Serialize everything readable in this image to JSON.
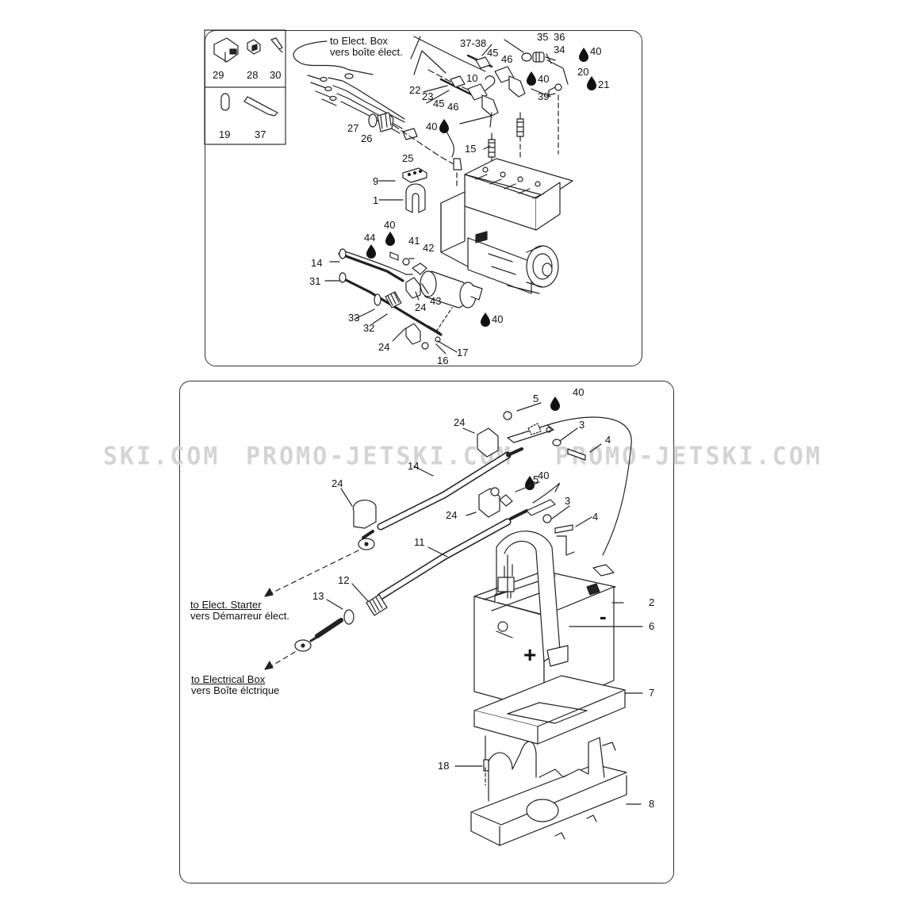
{
  "watermark": [
    "SKI.COM",
    "PROMO-JETSKI.COM",
    "PROMO-JETSKI.COM"
  ],
  "notes": {
    "to_elect_box": "to Elect. Box",
    "vers_boite_elect": "vers boîte élect.",
    "to_elect_starter": "to Elect. Starter",
    "vers_demarreur": "vers Démarreur élect.",
    "to_electrical_box": "to Electrical Box",
    "vers_boite_electrique": "vers Boîte élctrique"
  },
  "top_labels": [
    "29",
    "28",
    "30",
    "19",
    "37",
    "37-38",
    "35",
    "36",
    "34",
    "40",
    "45",
    "46",
    "10",
    "40",
    "20",
    "21",
    "22",
    "23",
    "45",
    "46",
    "39",
    "27",
    "26",
    "25",
    "40",
    "15",
    "9",
    "1",
    "40",
    "44",
    "41",
    "42",
    "14",
    "31",
    "43",
    "24",
    "33",
    "32",
    "40",
    "24",
    "17",
    "16"
  ],
  "bottom_labels": [
    "5",
    "40",
    "24",
    "3",
    "4",
    "14",
    "24",
    "5",
    "40",
    "3",
    "24",
    "4",
    "11",
    "12",
    "13",
    "2",
    "6",
    "7",
    "18",
    "8"
  ],
  "symbols": {
    "plus": "+",
    "minus": "-"
  }
}
